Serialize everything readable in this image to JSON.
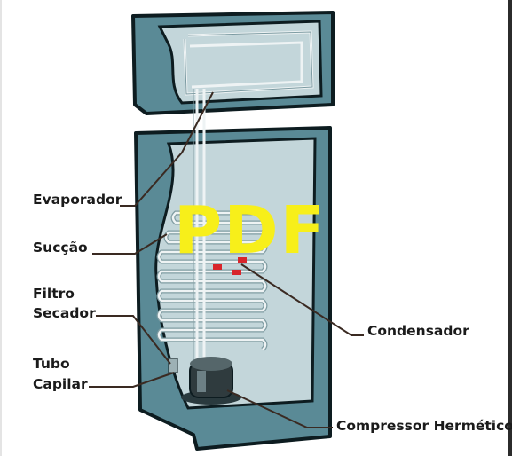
{
  "labels": {
    "evaporador": "Evaporador",
    "succao": "Sucção",
    "filtro_line1": "Filtro",
    "filtro_line2": "Secador",
    "tubo_line1": "Tubo",
    "tubo_line2": "Capilar",
    "condensador": "Condensador",
    "compressor": "Compressor Hermético"
  },
  "watermark": "PDF",
  "colors": {
    "cabinet_front": "#5a8a96",
    "cabinet_inner": "#c3d6da",
    "outline": "#0d1c20",
    "pipe": "#eef3f4",
    "leader": "#3a2a22",
    "watermark": "#f7ef1a",
    "hotspot": "#d8252b"
  }
}
